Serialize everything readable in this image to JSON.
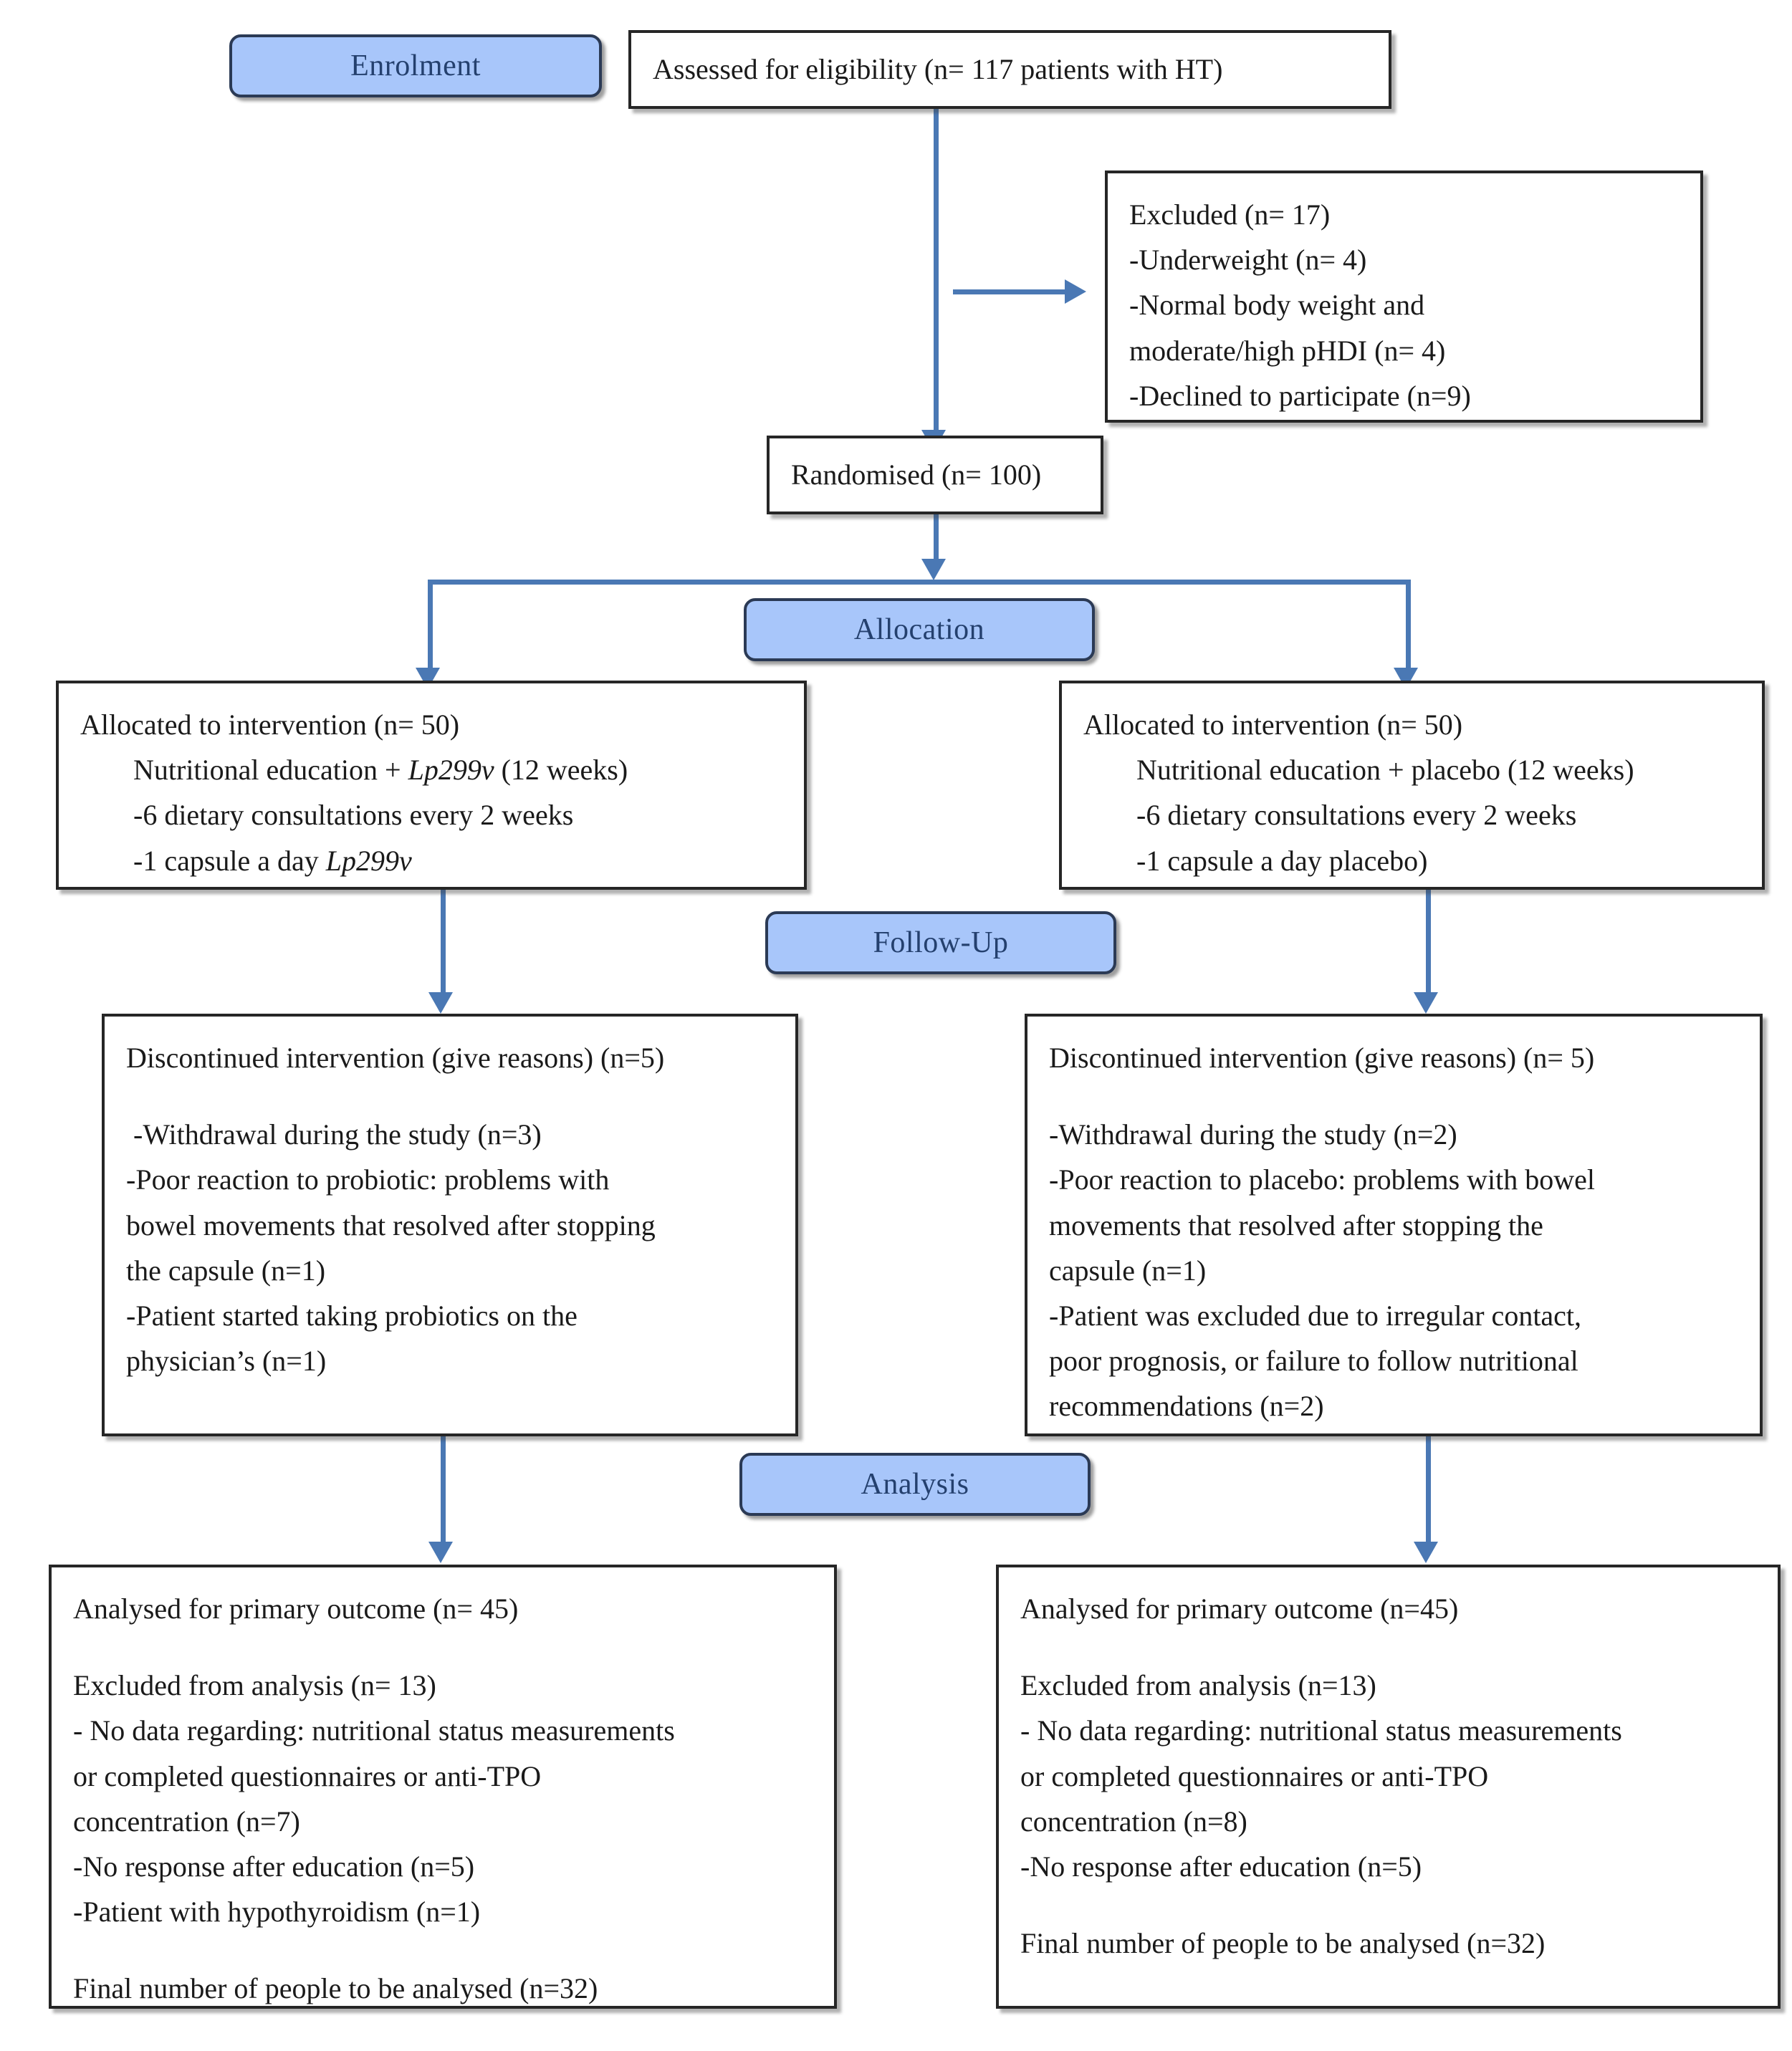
{
  "diagram": {
    "title": "CONSORT participant flow diagram",
    "accent_blue": "#4a78b4",
    "badge_fill": "#a8c6fa",
    "badge_text_color": "#24406e",
    "box_border": "#262626"
  },
  "stages": {
    "enrolment": "Enrolment",
    "allocation": "Allocation",
    "followup": "Follow-Up",
    "analysis": "Analysis"
  },
  "enrolment": {
    "assessed": "Assessed for eligibility (n= 117 patients with HT)",
    "excluded": {
      "heading": "Excluded (n= 17)",
      "reasons": [
        "-Underweight (n= 4)",
        "-Normal body weight and",
        "moderate/high pHDI (n= 4)",
        "-Declined to participate (n=9)"
      ]
    },
    "randomised": "Randomised (n= 100)"
  },
  "allocation": {
    "left": {
      "heading": "Allocated to intervention (n= 50)",
      "line_pre": "Nutritional education + ",
      "line_italic": "Lp299v",
      "line_post": " (12 weeks)",
      "bullet1": "-6 dietary consultations every 2 weeks",
      "bullet2_pre": "-1 capsule a day ",
      "bullet2_italic": "Lp299v"
    },
    "right": {
      "heading": "Allocated to intervention (n= 50)",
      "line": "Nutritional education + placebo (12 weeks)",
      "bullet1": "-6 dietary consultations every 2 weeks",
      "bullet2": "-1 capsule a day placebo)"
    }
  },
  "followup": {
    "left": {
      "heading": "Discontinued intervention (give reasons) (n=5)",
      "reasons": [
        " -Withdrawal during the study (n=3)",
        "-Poor reaction to probiotic: problems with",
        "bowel movements that resolved after stopping",
        "the capsule (n=1)",
        "-Patient started taking probiotics on the",
        "physician’s (n=1)"
      ]
    },
    "right": {
      "heading": "Discontinued intervention (give reasons) (n= 5)",
      "reasons": [
        "-Withdrawal during the study (n=2)",
        "-Poor reaction to placebo: problems with bowel",
        "movements that resolved after stopping the",
        "capsule (n=1)",
        "-Patient was excluded due to irregular contact,",
        "poor prognosis, or failure to follow nutritional",
        "recommendations (n=2)"
      ]
    }
  },
  "analysis": {
    "left": {
      "analysed": "Analysed for primary outcome (n= 45)",
      "excluded_heading": "Excluded from analysis (n= 13)",
      "excluded_reasons": [
        "- No data regarding: nutritional status measurements",
        "or completed questionnaires or anti-TPO",
        "concentration (n=7)",
        "-No response after education (n=5)",
        "-Patient with hypothyroidism (n=1)"
      ],
      "final": "Final number of people to be analysed (n=32)"
    },
    "right": {
      "analysed": "Analysed for primary outcome (n=45)",
      "excluded_heading": "Excluded from analysis (n=13)",
      "excluded_reasons": [
        "- No data regarding: nutritional status measurements",
        "or completed questionnaires or anti-TPO",
        "concentration (n=8)",
        "-No response after education (n=5)"
      ],
      "final": "Final number of people to be analysed (n=32)"
    }
  }
}
